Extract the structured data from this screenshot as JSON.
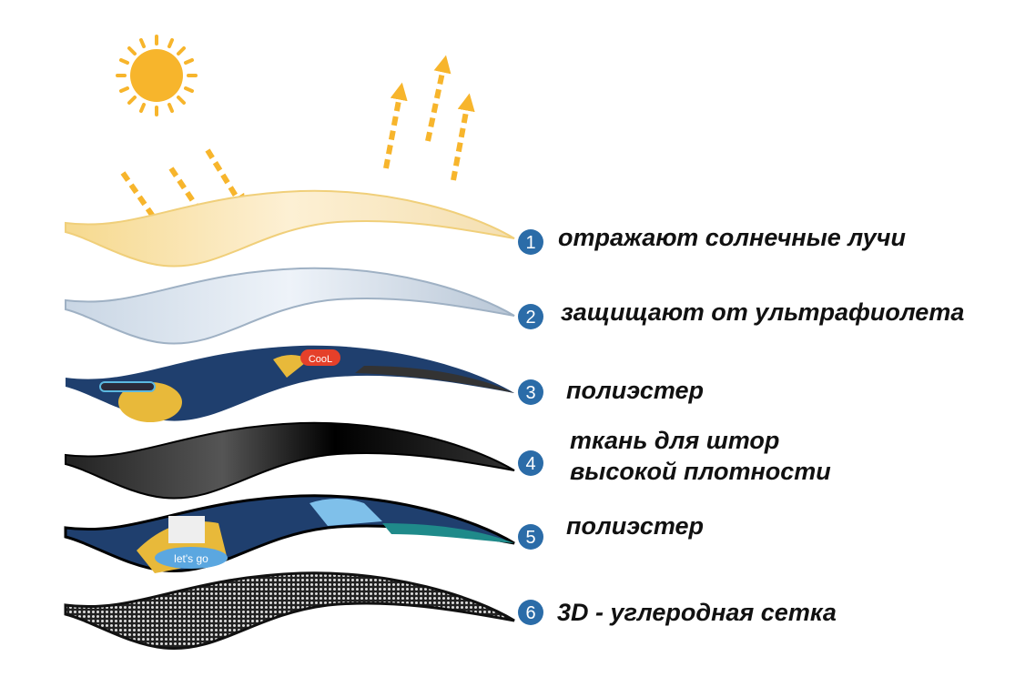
{
  "layers": [
    {
      "number": "1",
      "label": "отражают солнечные лучи"
    },
    {
      "number": "2",
      "label": "защищают от ультрафиолета"
    },
    {
      "number": "3",
      "label": "полиэстер"
    },
    {
      "number": "4",
      "label_line1": "ткань для штор",
      "label_line2": "высокой плотности"
    },
    {
      "number": "5",
      "label": "полиэстер"
    },
    {
      "number": "6",
      "label": "3D - углеродная сетка"
    }
  ],
  "print_text": {
    "cool": "CooL",
    "lets_go": "let's go"
  },
  "colors": {
    "badge": "#2b6ca8",
    "sun": "#f7b52c",
    "arrow": "#f7b52c",
    "navy": "#1f3f6e"
  }
}
